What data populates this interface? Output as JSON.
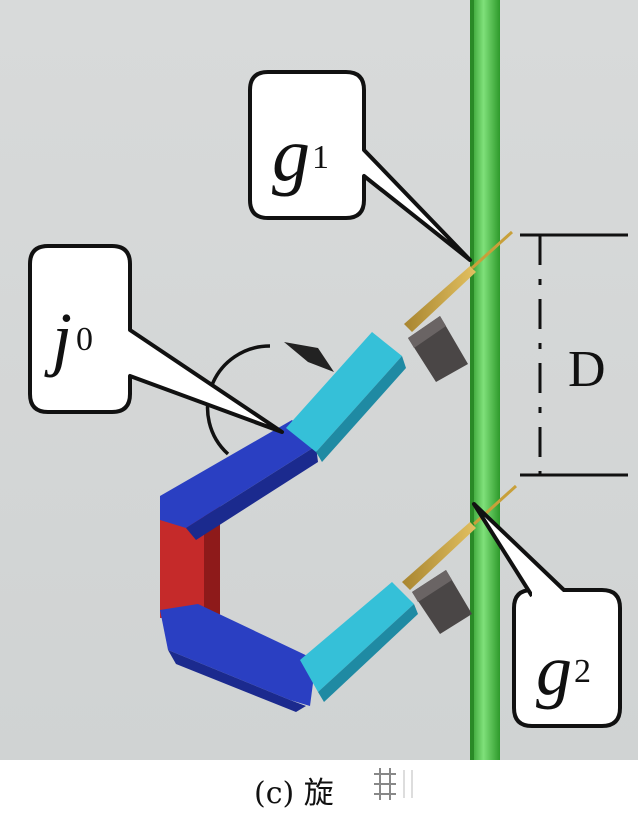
{
  "figure": {
    "colors": {
      "background": "#d3d6d6",
      "rail": "#3fb53a",
      "rail_highlight": "#7fe07a",
      "link_dark_blue": "#2a3fc2",
      "link_light_blue": "#35c0d8",
      "link_red": "#c52a2a",
      "gripper": "#4a4646",
      "needle": "#c8a03a"
    },
    "labels": {
      "g1_main": "g",
      "g1_sub": "1",
      "g2_main": "g",
      "g2_sub": "2",
      "j0_main": "j",
      "j0_sub": "0",
      "dimension": "D"
    }
  },
  "caption": {
    "label": "(c) 旋"
  }
}
